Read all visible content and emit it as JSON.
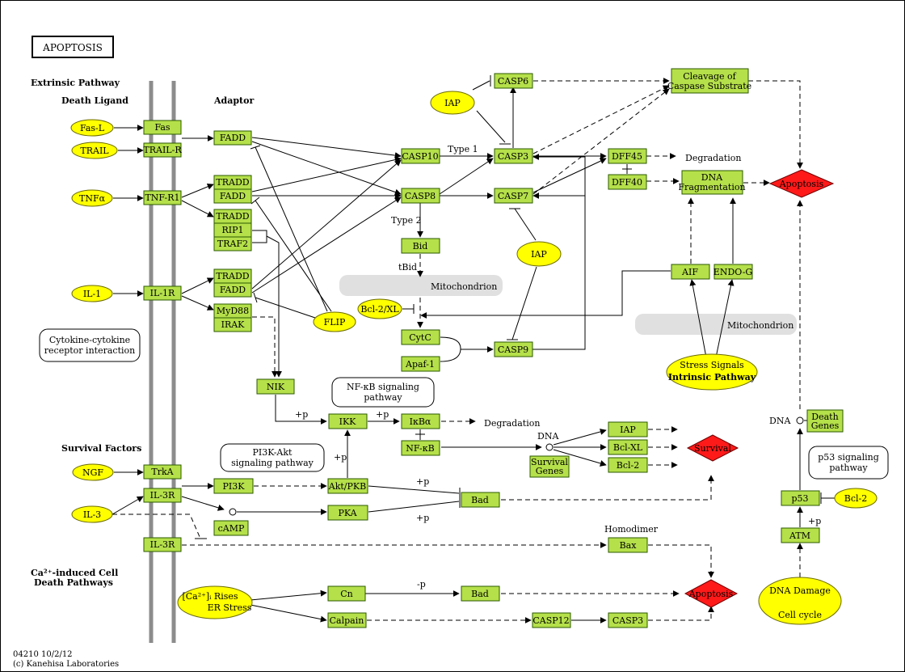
{
  "title": "APOPTOSIS",
  "footer": {
    "code": "04210 10/2/12",
    "copyright": "(c) Kanehisa Laboratories"
  },
  "sections": {
    "extrinsic": "Extrinsic Pathway",
    "death_ligand": "Death Ligand",
    "adaptor": "Adaptor",
    "survival_factors": "Survival Factors",
    "calcium_line1": "Ca²⁺-induced Cell",
    "calcium_line2": "Death Pathways"
  },
  "labels": {
    "type1": "Type 1",
    "type2": "Type 2",
    "tbid": "tBid",
    "degradation1": "Degradation",
    "degradation2": "Degradation",
    "dna1": "DNA",
    "dna2": "DNA",
    "homodimer": "Homodimer",
    "p1": "+p",
    "p2": "+p",
    "p3": "+p",
    "p4": "+p",
    "p5": "+p",
    "p6": "+p",
    "minus_p": "-p"
  },
  "compartments": {
    "mito1": "Mitochondrion",
    "mito2": "Mitochondrion"
  },
  "maps": {
    "cytokine": [
      "Cytokine-cytokine",
      "receptor interaction"
    ],
    "nfkb": [
      "NF-κB signaling",
      "pathway"
    ],
    "pi3k": [
      "PI3K-Akt",
      "signaling pathway"
    ],
    "p53": [
      "p53 signaling",
      "pathway"
    ]
  },
  "genes": {
    "fas": "Fas",
    "trailr": "TRAIL-R",
    "tnfr1": "TNF-R1",
    "il1r": "IL-1R",
    "trka": "TrkA",
    "il3r_a": "IL-3R",
    "il3r_b": "IL-3R",
    "fadd1": "FADD",
    "tradd1": "TRADD",
    "fadd2": "FADD",
    "tradd2": "TRADD",
    "rip1": "RIP1",
    "traf2": "TRAF2",
    "tradd3": "TRADD",
    "fadd3": "FADD",
    "myd88": "MyD88",
    "irak": "IRAK",
    "nik": "NIK",
    "ikk": "IKK",
    "ikba": "IκBα",
    "nfkb": "NF-κB",
    "pi3k": "PI3K",
    "aktpkb": "Akt/PKB",
    "camp": "cAMP",
    "pka": "PKA",
    "bad1": "Bad",
    "bad2": "Bad",
    "casp10": "CASP10",
    "casp8": "CASP8",
    "bid": "Bid",
    "cytc": "CytC",
    "apaf1": "Apaf-1",
    "casp9": "CASP9",
    "casp3": "CASP3",
    "casp6": "CASP6",
    "casp7": "CASP7",
    "dff45": "DFF45",
    "dff40": "DFF40",
    "cleavage1": "Cleavage of",
    "cleavage2": "Caspase Substrate",
    "dnafrag1": "DNA",
    "dnafrag2": "Fragmentation",
    "aif": "AIF",
    "endog": "ENDO-G",
    "iap3": "IAP",
    "bclxl": "Bcl-XL",
    "bcl2a": "Bcl-2",
    "surv1": "Survival",
    "surv2": "Genes",
    "bax": "Bax",
    "cn": "Cn",
    "calpain": "Calpain",
    "casp12": "CASP12",
    "casp3b": "CASP3",
    "death1": "Death",
    "death2": "Genes",
    "p53": "p53",
    "atm": "ATM"
  },
  "compounds": {
    "fasl": "Fas-L",
    "trail": "TRAIL",
    "tnfa": "TNFα",
    "il1": "IL-1",
    "ngf": "NGF",
    "il3": "IL-3",
    "flip": "FLIP",
    "bcl2xl": "Bcl-2/XL",
    "iap1": "IAP",
    "iap2": "IAP",
    "stress1": "Stress Signals",
    "stress2": "Intrinsic Pathway",
    "ca1": "[Ca²⁺]ᵢ Rises",
    "ca2": "ER Stress",
    "dnadmg1": "DNA Damage",
    "dnadmg2": "Cell cycle",
    "bcl2b": "Bcl-2"
  },
  "outcomes": {
    "apoptosis1": "Apoptosis",
    "survival": "Survival",
    "apoptosis2": "Apoptosis"
  },
  "colors": {
    "gene_fill": "#b5e04a",
    "compound_fill": "#ffff00",
    "outcome_fill": "#ff1a1a",
    "membrane": "#8c8c8c",
    "compartment": "#e0e0e0"
  }
}
